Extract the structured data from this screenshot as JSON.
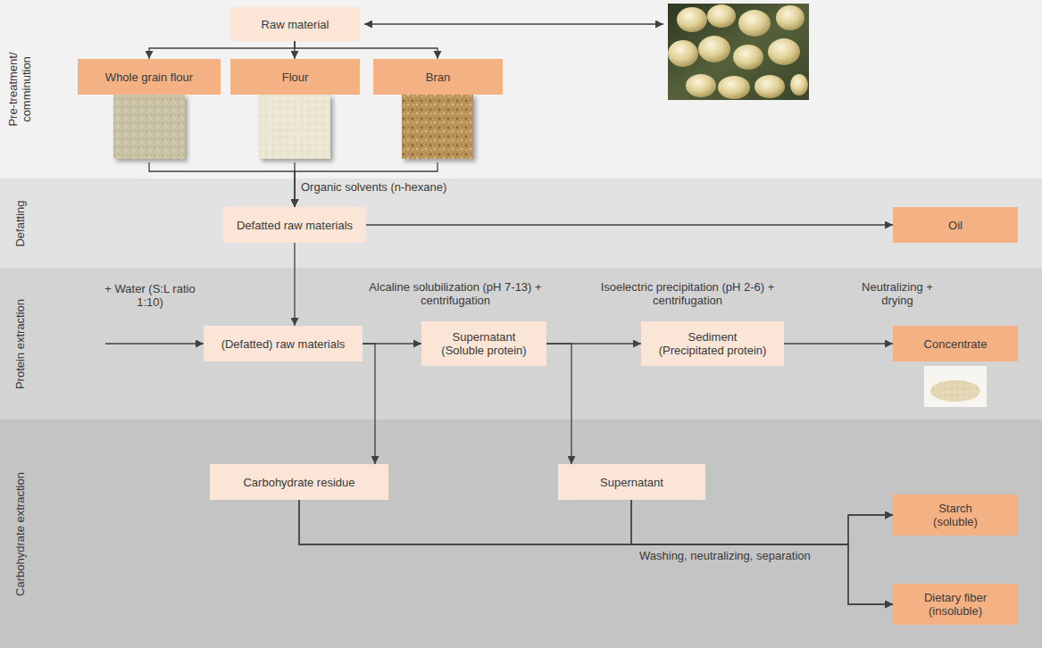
{
  "diagram": {
    "nodes": [
      {
        "text": [
          "Pre-treatment/ comminution"
        ]
      },
      {
        "text": [
          "Raw material"
        ],
        "in": 0
      },
      {
        "text": [
          "Whole grain flour"
        ],
        "in": 0
      },
      {
        "text": [
          "Flour"
        ],
        "in": 0
      },
      {
        "text": [
          "Bran"
        ],
        "in": 0
      },
      {
        "text": [
          "Defatting"
        ]
      },
      {
        "text": [
          "Defatted raw materials"
        ],
        "in": 5
      },
      {
        "text": [
          "Oil"
        ],
        "in": 5
      },
      {
        "text": [
          "Protein extraction"
        ]
      },
      {
        "text": [
          "(Defatted) raw materials"
        ],
        "in": 8
      },
      {
        "text": [
          "Supernatant",
          "(Soluble protein)"
        ],
        "in": 8
      },
      {
        "text": [
          "Sediment",
          "(Precipitated protein)"
        ],
        "in": 8
      },
      {
        "text": [
          "Concentrate"
        ],
        "in": 8
      },
      {
        "text": [
          "Carbohydrate extraction"
        ]
      },
      {
        "text": [
          "Carbohydrate residue"
        ],
        "in": 13
      },
      {
        "text": [
          "Supernatant"
        ],
        "in": 13
      },
      {
        "text": [
          "Starch",
          "(soluble)"
        ],
        "in": 13
      },
      {
        "text": [
          "Dietary fiber",
          "(insoluble)"
        ],
        "in": 13
      }
    ],
    "edges": [
      {
        "from": 1,
        "to": 2,
        "arrow": "to"
      },
      {
        "from": 1,
        "to": 3,
        "arrow": "to"
      },
      {
        "from": 1,
        "to": 4,
        "arrow": "to"
      },
      {
        "from": 2,
        "to": 6,
        "arrow": "to"
      },
      {
        "from": 3,
        "to": 6,
        "arrow": "to"
      },
      {
        "from": 4,
        "to": 6,
        "arrow": "to"
      },
      {
        "from": 6,
        "to": 7,
        "arrow": "to"
      },
      {
        "from": 6,
        "to": 9,
        "arrow": "to"
      },
      {
        "from": 9,
        "to": 10,
        "arrow": "to"
      },
      {
        "from": 9,
        "to": 14,
        "arrow": "to"
      },
      {
        "from": 10,
        "to": 11,
        "arrow": "to"
      },
      {
        "from": 10,
        "to": 15,
        "arrow": "to"
      },
      {
        "from": 11,
        "to": 12,
        "arrow": "to"
      },
      {
        "from": 14,
        "to": 16,
        "arrow": "to"
      },
      {
        "from": 14,
        "to": 17,
        "arrow": "to"
      },
      {
        "from": 15,
        "to": 16,
        "arrow": "to"
      },
      {
        "from": 15,
        "to": 17,
        "arrow": "to"
      }
    ],
    "labels": [
      "Organic solvents (n-hexane)",
      "+ Water (S:L ratio 1:10)",
      "Alcaline solubilization (pH 7-13) + centrifugation",
      "Isoelectric precipitation (pH 2-6) + centrifugation",
      "Neutralizing + drying",
      "Washing, neutralizing, separation"
    ]
  }
}
